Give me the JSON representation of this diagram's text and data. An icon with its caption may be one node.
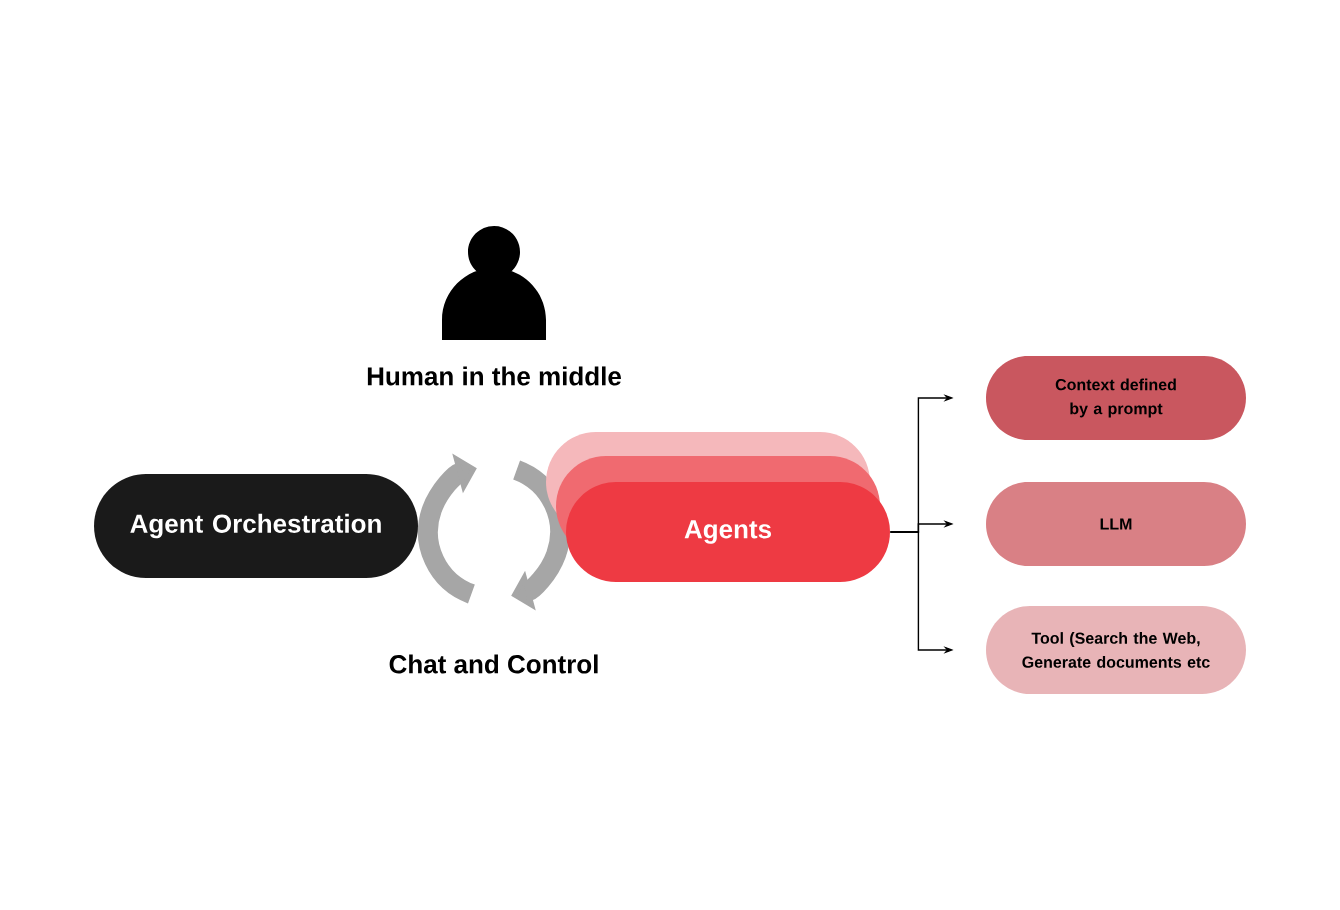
{
  "diagram": {
    "nodes": [
      {
        "text": [
          "Agent Orchestration"
        ]
      },
      {
        "text": [
          "Agents"
        ]
      },
      {
        "text": [
          "Context defined by a prompt"
        ]
      },
      {
        "text": [
          "LLM"
        ]
      },
      {
        "text": [
          "Tool (Search the Web, Generate documents etc"
        ]
      }
    ],
    "edges": [
      {
        "from": 1,
        "to": 2,
        "arrow": "to"
      },
      {
        "from": 1,
        "to": 3,
        "arrow": "to"
      },
      {
        "from": 1,
        "to": 4,
        "arrow": "to"
      }
    ],
    "labels": [
      "Human in the middle",
      "Chat and Control"
    ]
  }
}
